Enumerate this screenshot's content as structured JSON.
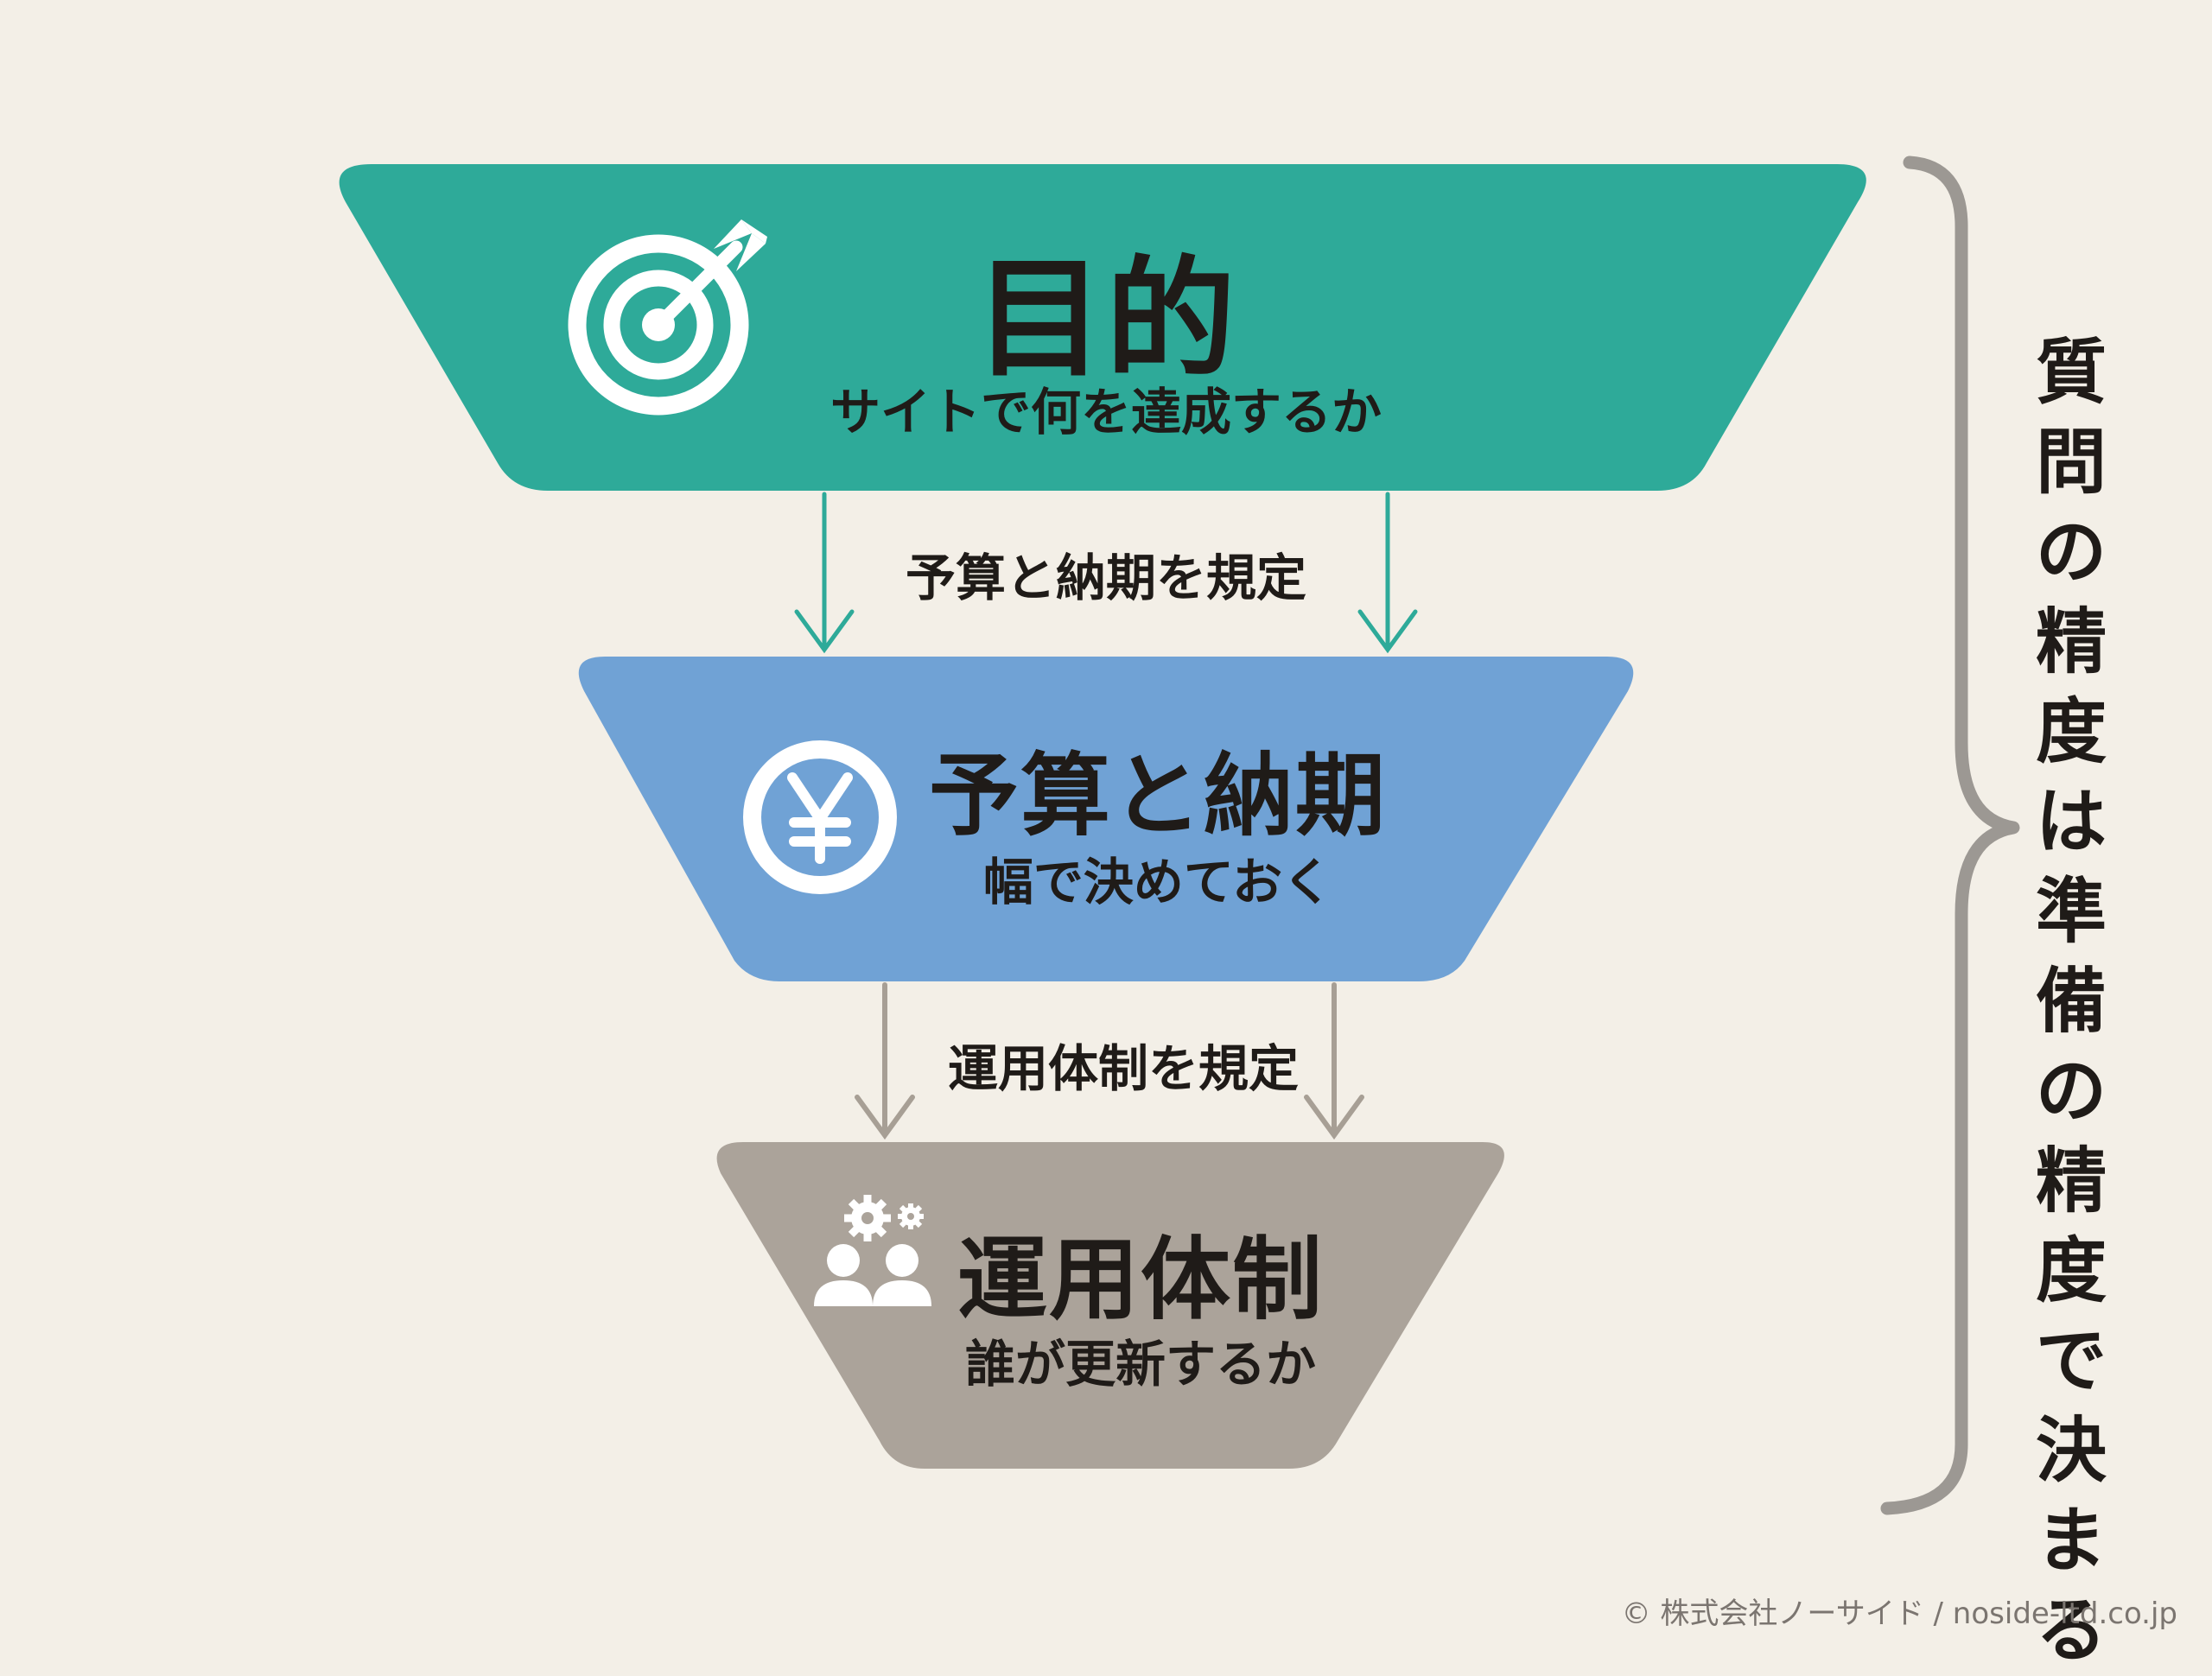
{
  "stages": [
    {
      "title": "目的",
      "subtitle": "サイトで何を達成するか",
      "icon": "target-icon",
      "color": "#2eaa99"
    },
    {
      "title": "予算と納期",
      "subtitle": "幅で決めておく",
      "icon": "yen-coin-icon",
      "color": "#70a2d5"
    },
    {
      "title": "運用体制",
      "subtitle": "誰が更新するか",
      "icon": "team-gears-icon",
      "color": "#aba39a"
    }
  ],
  "connectors": [
    {
      "label": "予算と納期を規定",
      "color": "#2eaa99"
    },
    {
      "label": "運用体制を規定",
      "color": "#a79f95"
    }
  ],
  "bracket_label": "質問の精度は準備の精度で決まる",
  "footer": "© 株式会社ノーサイド / noside-ltd.co.jp"
}
